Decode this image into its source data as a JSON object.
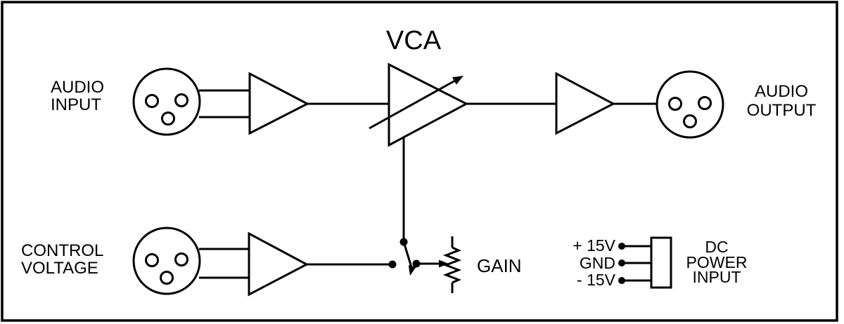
{
  "diagram": {
    "title": "VCA",
    "audio_input": {
      "line1": "AUDIO",
      "line2": "INPUT"
    },
    "audio_output": {
      "line1": "AUDIO",
      "line2": "OUTPUT"
    },
    "control_voltage": {
      "line1": "CONTROL",
      "line2": "VOLTAGE"
    },
    "gain_label": "GAIN",
    "power": {
      "rail_plus": "+ 15V",
      "rail_gnd": "GND",
      "rail_minus": "- 15V",
      "name_line1": "DC",
      "name_line2": "POWER",
      "name_line3": "INPUT"
    },
    "colors": {
      "stroke": "#000000",
      "background": "#ffffff"
    }
  }
}
